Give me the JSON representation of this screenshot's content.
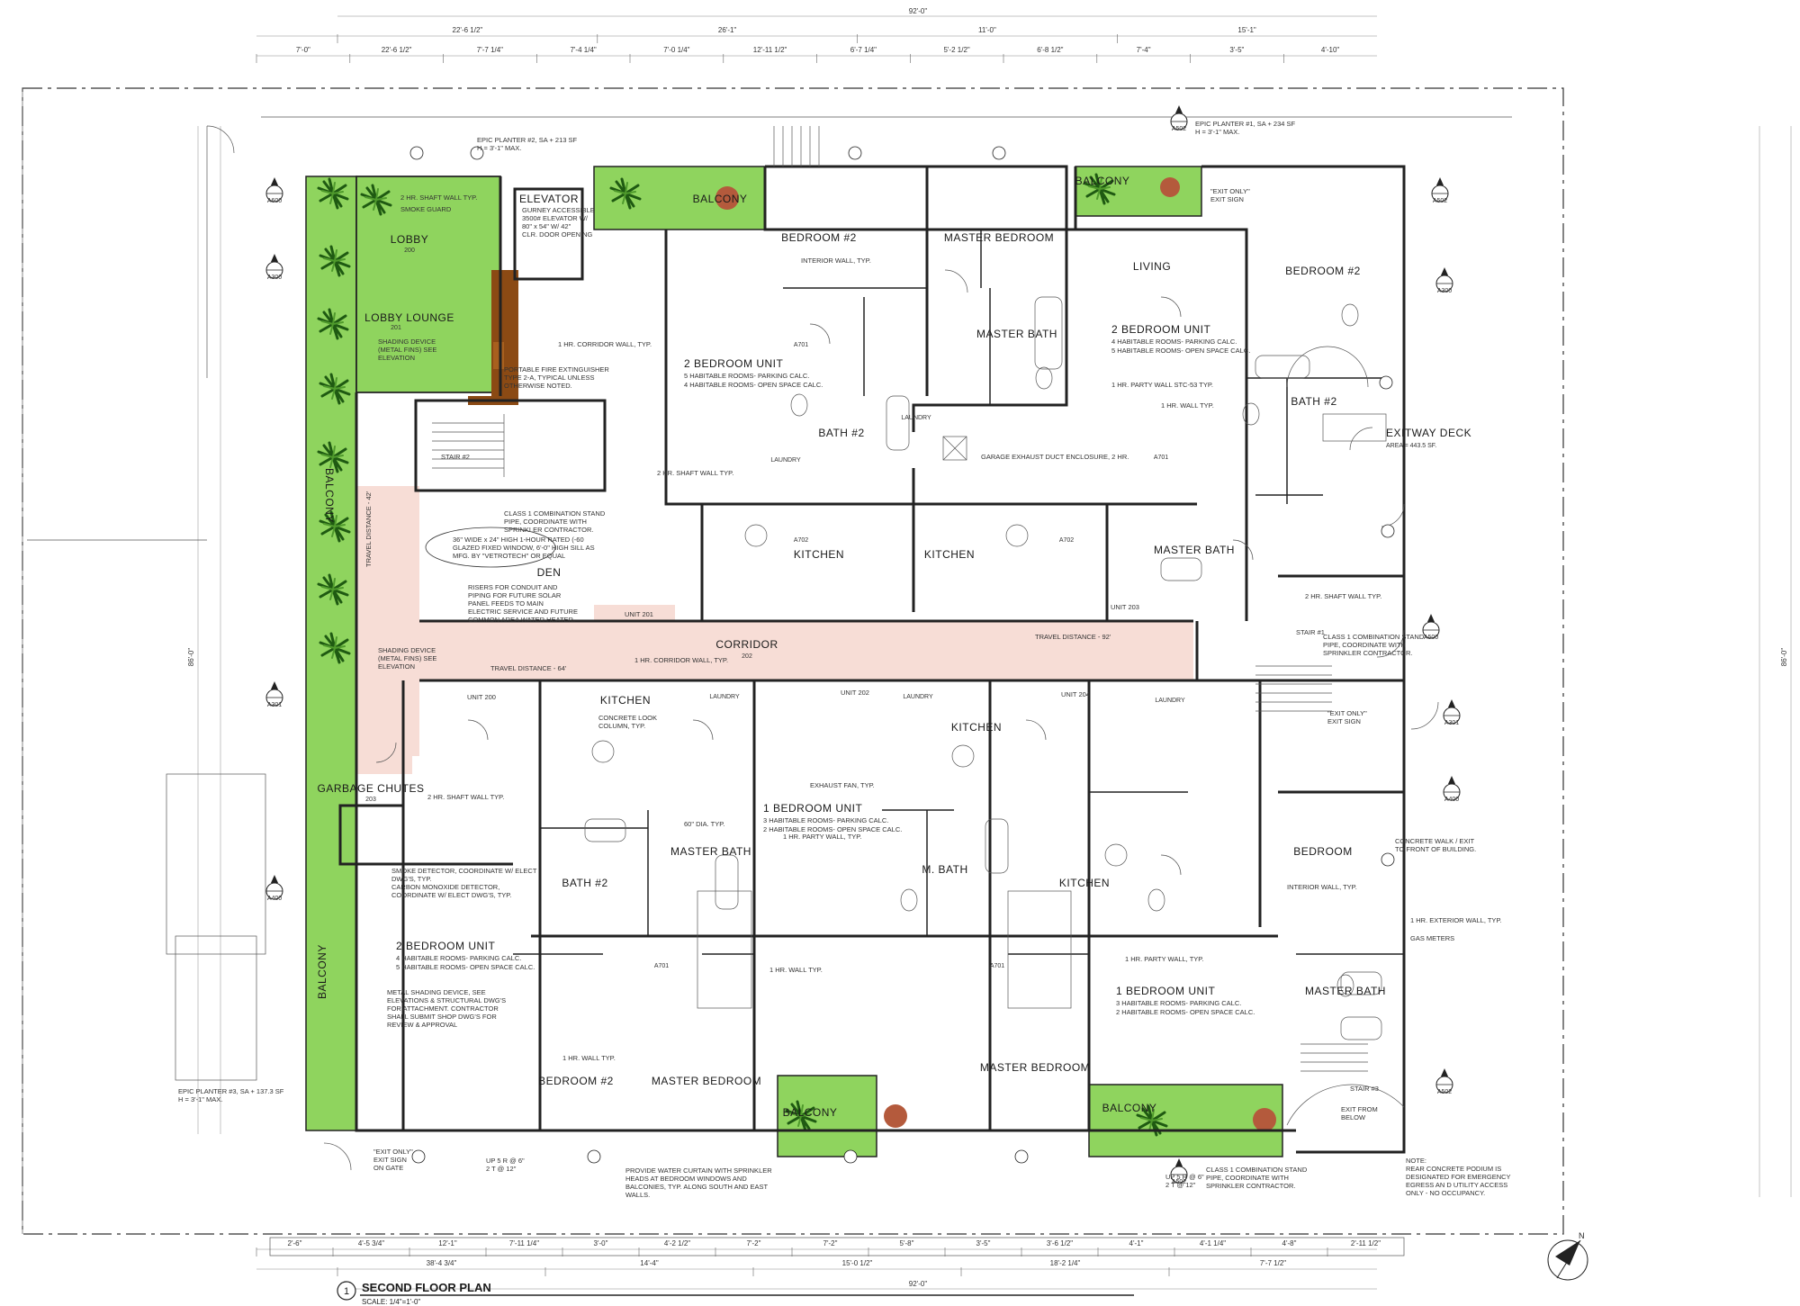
{
  "drawing": {
    "sheet_number": "1",
    "title": "SECOND FLOOR PLAN",
    "scale": "SCALE: 1/4\"=1'-0\""
  },
  "colors": {
    "planter_green": "#8fd45e",
    "corridor_pink": "#f7ddd6",
    "wood_brown": "#8b4a14",
    "planter_pot": "#b45a3c",
    "linework": "#222222"
  },
  "icons": [
    "north-arrow-icon",
    "palm-tree-icon",
    "section-marker-icon",
    "door-swing-icon"
  ],
  "rooms": [
    {
      "label": "LOBBY",
      "sub": "200"
    },
    {
      "label": "LOBBY LOUNGE",
      "sub": "201"
    },
    {
      "label": "ELEVATOR",
      "sub": ""
    },
    {
      "label": "STAIR #2",
      "sub": ""
    },
    {
      "label": "DEN",
      "sub": ""
    },
    {
      "label": "BALCONY",
      "sub": ""
    },
    {
      "label": "BEDROOM #2",
      "sub": ""
    },
    {
      "label": "MASTER BEDROOM",
      "sub": ""
    },
    {
      "label": "MASTER BATH",
      "sub": ""
    },
    {
      "label": "LIVING",
      "sub": ""
    },
    {
      "label": "BATH #2",
      "sub": ""
    },
    {
      "label": "EXITWAY DECK",
      "sub": "AREA = 443.5 SF."
    },
    {
      "label": "KITCHEN",
      "sub": ""
    },
    {
      "label": "CORRIDOR",
      "sub": "202"
    },
    {
      "label": "UNIT 200",
      "sub": ""
    },
    {
      "label": "UNIT 201",
      "sub": ""
    },
    {
      "label": "UNIT 202",
      "sub": ""
    },
    {
      "label": "UNIT 203",
      "sub": ""
    },
    {
      "label": "UNIT 204",
      "sub": ""
    },
    {
      "label": "GARBAGE CHUTES",
      "sub": "203"
    },
    {
      "label": "STAIR #1",
      "sub": ""
    },
    {
      "label": "STAIR #3",
      "sub": ""
    },
    {
      "label": "BEDROOM",
      "sub": ""
    },
    {
      "label": "M. BATH",
      "sub": ""
    },
    {
      "label": "LAUNDRY",
      "sub": ""
    }
  ],
  "units": [
    {
      "title": "2 BEDROOM UNIT",
      "line1": "5 HABITABLE ROOMS- PARKING CALC.",
      "line2": "4 HABITABLE ROOMS- OPEN SPACE CALC."
    },
    {
      "title": "2 BEDROOM UNIT",
      "line1": "4 HABITABLE ROOMS- PARKING CALC.",
      "line2": "5 HABITABLE ROOMS- OPEN SPACE CALC."
    },
    {
      "title": "1 BEDROOM UNIT",
      "line1": "3 HABITABLE ROOMS- PARKING CALC.",
      "line2": "2 HABITABLE ROOMS- OPEN SPACE CALC."
    },
    {
      "title": "2 BEDROOM UNIT",
      "line1": "4 HABITABLE ROOMS- PARKING CALC.",
      "line2": "5 HABITABLE ROOMS- OPEN SPACE CALC."
    },
    {
      "title": "1 BEDROOM UNIT",
      "line1": "3 HABITABLE ROOMS- PARKING CALC.",
      "line2": "2 HABITABLE ROOMS- OPEN SPACE CALC."
    }
  ],
  "notes": {
    "planter2": "EPIC PLANTER #2, SA + 213 SF",
    "planter2_h": "H = 3'-1\" MAX.",
    "planter1": "EPIC PLANTER #1, SA + 234 SF",
    "planter1_h": "H = 3'-1\" MAX.",
    "planter3": "EPIC PLANTER #3, SA + 137.3 SF",
    "planter3_h": "H = 3'-1\" MAX.",
    "shaft": "2 HR. SHAFT WALL TYP.",
    "smoke_guard": "SMOKE GUARD",
    "elevator1": "GURNEY ACCESSIBLE",
    "elevator2": "3500# ELEVATOR W/",
    "elevator3": "80\" x 54\" W/ 42\"",
    "elevator4": "CLR. DOOR OPENING",
    "shading1": "SHADING DEVICE",
    "shading2": "(METAL FINS) SEE",
    "shading3": "ELEVATION",
    "corridor_wall": "1 HR. CORRIDOR WALL, TYP.",
    "fire_ext1": "PORTABLE FIRE EXTINGUISHER",
    "fire_ext2": "TYPE 2-A, TYPICAL UNLESS",
    "fire_ext3": "OTHERWISE NOTED.",
    "standpipe1": "CLASS 1 COMBINATION STAND",
    "standpipe2": "PIPE, COORDINATE WITH",
    "standpipe3": "SPRINKLER CONTRACTOR.",
    "window1": "36\" WIDE x 24\" HIGH 1-HOUR RATED (-60",
    "window2": "GLAZED FIXED WINDOW, 6'-0\" HIGH SILL AS",
    "window3": "MFG. BY \"VETROTECH\" OR EQUAL",
    "risers1": "RISERS FOR CONDUIT AND",
    "risers2": "PIPING FOR FUTURE SOLAR",
    "risers3": "PANEL FEEDS TO MAIN",
    "risers4": "ELECTRIC SERVICE AND FUTURE",
    "risers5": "COMMON AREA WATER HEATER.",
    "travel42": "TRAVEL DISTANCE - 42'",
    "travel64": "TRAVEL DISTANCE - 64'",
    "travel92": "TRAVEL DISTANCE - 92'",
    "interior_wall": "INTERIOR WALL, TYP.",
    "party_wall": "1 HR. PARTY WALL STC-53 TYP.",
    "party_wall2": "1 HR. PARTY WALL, TYP.",
    "hr_wall": "1 HR. WALL TYP.",
    "garage_exhaust": "GARAGE EXHAUST DUCT ENCLOSURE, 2 HR.",
    "exit_only1": "\"EXIT ONLY\"",
    "exit_sign": "EXIT SIGN",
    "exit_gate1": "\"EXIT ONLY\"",
    "exit_gate2": "EXIT SIGN",
    "exit_gate3": "ON GATE",
    "concrete_col1": "CONCRETE LOOK",
    "concrete_col2": "COLUMN, TYP.",
    "exhaust_fan": "EXHAUST FAN, TYP.",
    "dia60": "60\" DIA. TYP.",
    "smoke_det1": "SMOKE DETECTOR, COORDINATE W/ ELECT",
    "smoke_det2": "DWG'S, TYP.",
    "smoke_det3": "CARBON MONOXIDE DETECTOR,",
    "smoke_det4": "COORDINATE W/ ELECT DWG'S, TYP.",
    "metal1": "METAL SHADING DEVICE, SEE",
    "metal2": "ELEVATIONS & STRUCTURAL DWG'S",
    "metal3": "FOR ATTACHMENT. CONTRACTOR",
    "metal4": "SHALL SUBMIT SHOP DWG'S FOR",
    "metal5": "REVIEW & APPROVAL",
    "water1": "PROVIDE WATER CURTAIN WITH SPRINKLER",
    "water2": "HEADS AT BEDROOM WINDOWS AND",
    "water3": "BALCONIES, TYP. ALONG SOUTH AND EAST",
    "water4": "WALLS.",
    "walk1": "CONCRETE WALK / EXIT",
    "walk2": "TO FRONT OF BUILDING.",
    "ext_wall": "1 HR. EXTERIOR WALL, TYP.",
    "gas": "GAS METERS",
    "exit_below1": "EXIT FROM",
    "exit_below2": "BELOW",
    "rear1": "NOTE:",
    "rear2": "REAR CONCRETE PODIUM IS",
    "rear3": "DESIGNATED FOR EMERGENCY",
    "rear4": "EGRESS AN D UTILITY ACCESS",
    "rear5": "ONLY - NO OCCUPANCY.",
    "steps1": "UP 5 R @ 6\"",
    "steps2": "2 T @ 12\""
  },
  "dimensions": {
    "top_overall": "92'-0\"",
    "top_row1": [
      "22'-6 1/2\"",
      "26'-1\"",
      "11'-0\"",
      "15'-1\""
    ],
    "top_row2": [
      "7'-0\"",
      "22'-6 1/2\"",
      "7'-7 1/4\"",
      "7'-4 1/4\"",
      "7'-0 1/4\"",
      "12'-11 1/2\"",
      "6'-7 1/4\"",
      "5'-2 1/2\"",
      "6'-8 1/2\"",
      "7'-4\"",
      "3'-5\"",
      "4'-10\""
    ],
    "bottom_row1": [
      "2'-6\"",
      "4'-5 3/4\"",
      "12'-1\"",
      "7'-11 1/4\"",
      "3'-0\"",
      "4'-2 1/2\"",
      "7'-2\"",
      "7'-2\"",
      "5'-8\"",
      "3'-5\"",
      "3'-6 1/2\"",
      "4'-1\"",
      "4'-1 1/4\"",
      "4'-8\"",
      "2'-11 1/2\""
    ],
    "bottom_row2": [
      "38'-4 3/4\"",
      "14'-4\"",
      "15'-0 1/2\"",
      "18'-2 1/4\"",
      "7'-7 1/2\""
    ],
    "bottom_overall": "92'-0\"",
    "left_overall": "86'-0\"",
    "right_overall": "86'-0\""
  },
  "section_refs": [
    "A600",
    "A300",
    "A301",
    "A400",
    "A502",
    "A500",
    "A701",
    "A702"
  ]
}
